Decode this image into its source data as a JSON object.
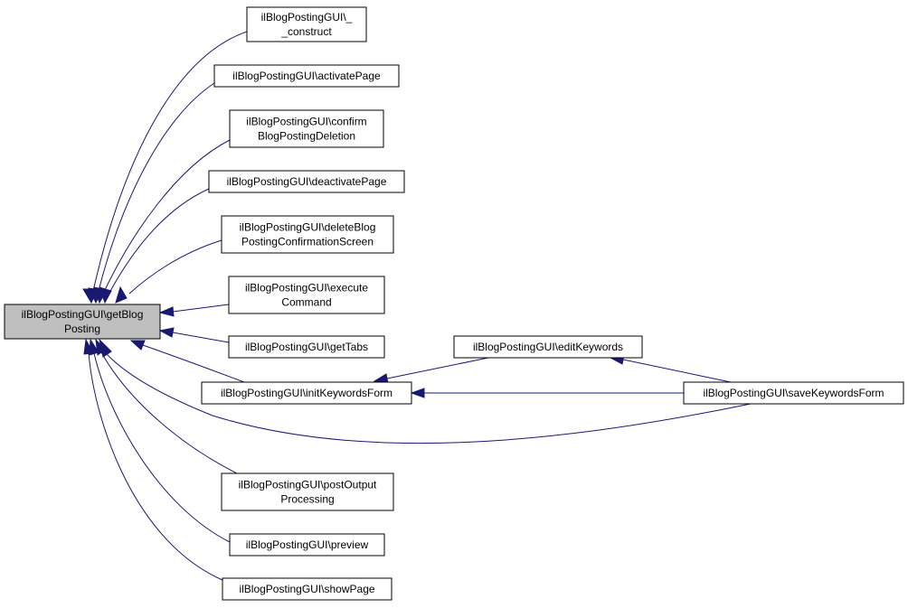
{
  "diagram": {
    "colors": {
      "focus_fill": "#bfbfbf",
      "node_fill": "#ffffff",
      "node_stroke": "#000000",
      "edge": "#191970"
    },
    "nodes": [
      {
        "id": "getBlogPosting",
        "lines": [
          "ilBlogPostingGUI\\getBlog",
          "Posting"
        ],
        "focus": true
      },
      {
        "id": "construct",
        "lines": [
          "ilBlogPostingGUI\\_",
          "_construct"
        ]
      },
      {
        "id": "activatePage",
        "lines": [
          "ilBlogPostingGUI\\activatePage"
        ]
      },
      {
        "id": "confirmBlogPostingDeletion",
        "lines": [
          "ilBlogPostingGUI\\confirm",
          "BlogPostingDeletion"
        ]
      },
      {
        "id": "deactivatePage",
        "lines": [
          "ilBlogPostingGUI\\deactivatePage"
        ]
      },
      {
        "id": "deleteBlogPostingConfirmationScreen",
        "lines": [
          "ilBlogPostingGUI\\deleteBlog",
          "PostingConfirmationScreen"
        ]
      },
      {
        "id": "executeCommand",
        "lines": [
          "ilBlogPostingGUI\\execute",
          "Command"
        ]
      },
      {
        "id": "getTabs",
        "lines": [
          "ilBlogPostingGUI\\getTabs"
        ]
      },
      {
        "id": "initKeywordsForm",
        "lines": [
          "ilBlogPostingGUI\\initKeywordsForm"
        ]
      },
      {
        "id": "postOutputProcessing",
        "lines": [
          "ilBlogPostingGUI\\postOutput",
          "Processing"
        ]
      },
      {
        "id": "preview",
        "lines": [
          "ilBlogPostingGUI\\preview"
        ]
      },
      {
        "id": "showPage",
        "lines": [
          "ilBlogPostingGUI\\showPage"
        ]
      },
      {
        "id": "editKeywords",
        "lines": [
          "ilBlogPostingGUI\\editKeywords"
        ]
      },
      {
        "id": "saveKeywordsForm",
        "lines": [
          "ilBlogPostingGUI\\saveKeywordsForm"
        ]
      }
    ],
    "edges": [
      {
        "from": "construct",
        "to": "getBlogPosting"
      },
      {
        "from": "activatePage",
        "to": "getBlogPosting"
      },
      {
        "from": "confirmBlogPostingDeletion",
        "to": "getBlogPosting"
      },
      {
        "from": "deactivatePage",
        "to": "getBlogPosting"
      },
      {
        "from": "deleteBlogPostingConfirmationScreen",
        "to": "getBlogPosting"
      },
      {
        "from": "executeCommand",
        "to": "getBlogPosting"
      },
      {
        "from": "getTabs",
        "to": "getBlogPosting"
      },
      {
        "from": "initKeywordsForm",
        "to": "getBlogPosting"
      },
      {
        "from": "saveKeywordsForm",
        "to": "getBlogPosting"
      },
      {
        "from": "postOutputProcessing",
        "to": "getBlogPosting"
      },
      {
        "from": "preview",
        "to": "getBlogPosting"
      },
      {
        "from": "showPage",
        "to": "getBlogPosting"
      },
      {
        "from": "editKeywords",
        "to": "initKeywordsForm"
      },
      {
        "from": "saveKeywordsForm",
        "to": "initKeywordsForm"
      },
      {
        "from": "saveKeywordsForm",
        "to": "editKeywords"
      }
    ]
  }
}
